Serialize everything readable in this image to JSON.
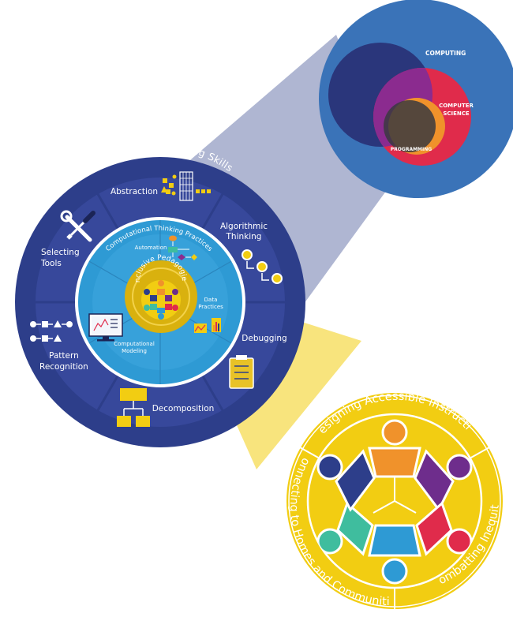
{
  "venn": {
    "computing": "COMPUTING",
    "computer_science_line1": "COMPUTER",
    "computer_science_line2": "SCIENCE",
    "programming": "PROGRAMMING"
  },
  "skills_wheel": {
    "title": "Computational Thinking Skills",
    "skills": {
      "abstraction": "Abstraction",
      "algorithmic_line1": "Algorithmic",
      "algorithmic_line2": "Thinking",
      "debugging": "Debugging",
      "decomposition": "Decomposition",
      "pattern_line1": "Pattern",
      "pattern_line2": "Recognition",
      "selecting_line1": "Selecting",
      "selecting_line2": "Tools"
    }
  },
  "practices_wheel": {
    "title": "Computational Thinking Practices",
    "automation": "Automation",
    "data_line1": "Data",
    "data_line2": "Practices",
    "modeling_line1": "Computational",
    "modeling_line2": "Modeling"
  },
  "core": {
    "title": "Inclusive Pedagogies"
  },
  "pedagogies": {
    "designing": "Designing Accessible Instruction",
    "combatting": "Combatting Inequity",
    "connecting": "Connecting to Homes and Communities"
  },
  "colors": {
    "navy": "#2d3e8a",
    "blue": "#3a73b8",
    "cyan": "#2e9ad4",
    "gold": "#d9b10e",
    "yellow": "#f2cd12",
    "orange": "#f0922b",
    "purple": "#6e2d8c",
    "red": "#e02b4b",
    "teal": "#3fbd9e"
  }
}
